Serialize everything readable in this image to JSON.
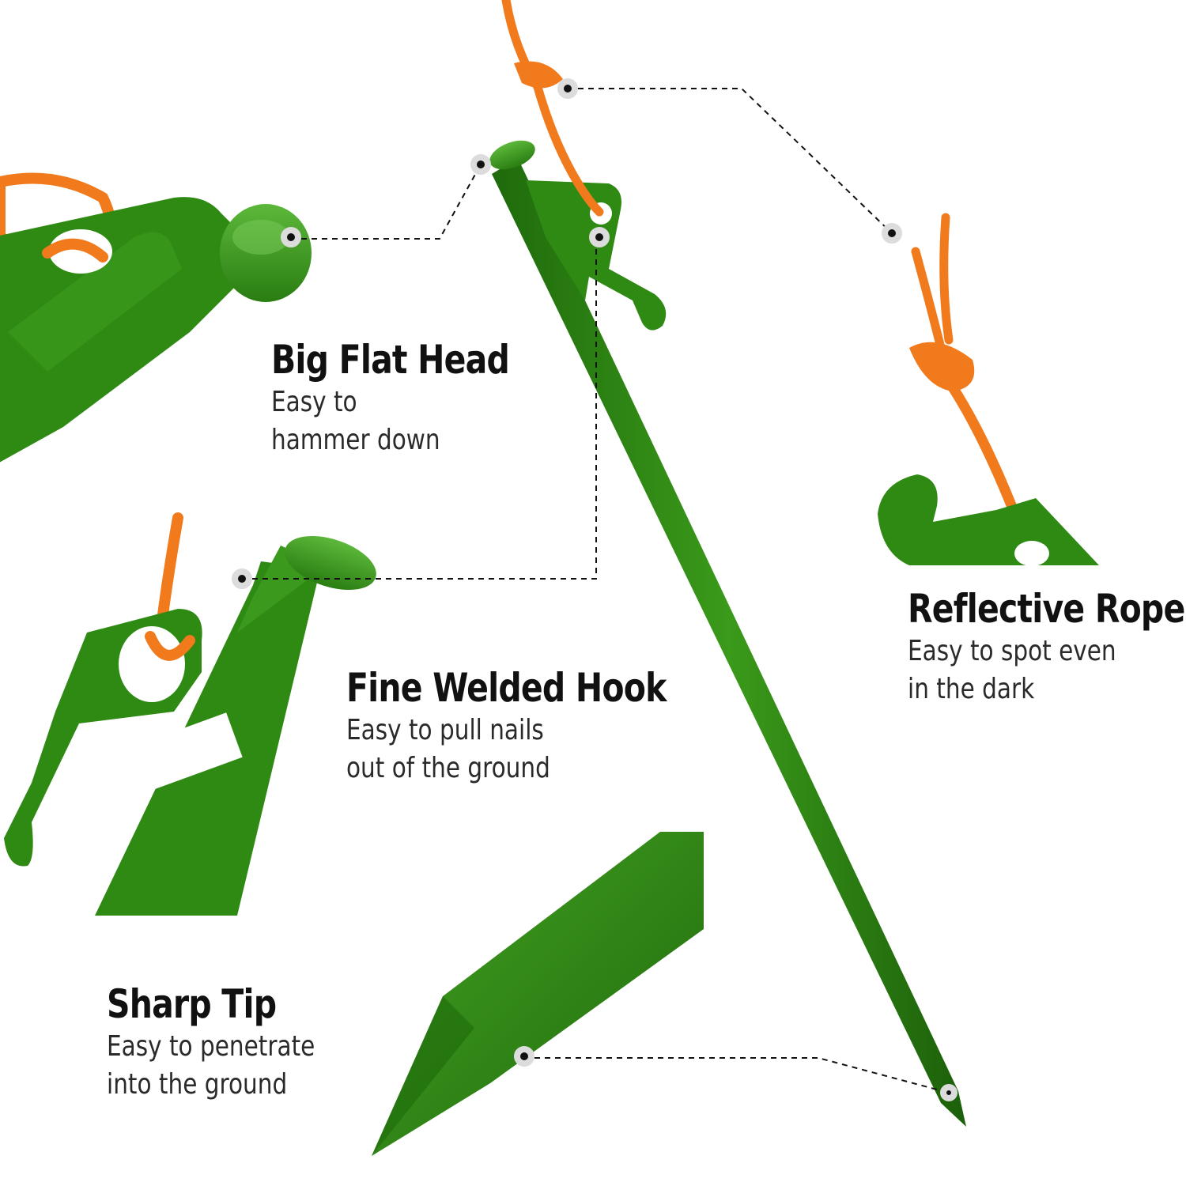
{
  "features": {
    "flat_head": {
      "title": "Big Flat Head",
      "description": "Easy to hammer down"
    },
    "hook": {
      "title": "Fine Welded Hook",
      "description": "Easy to pull nails out of the ground"
    },
    "rope": {
      "title": "Reflective Rope",
      "description": "Easy to spot even in the dark"
    },
    "tip": {
      "title": "Sharp Tip",
      "description": "Easy to penetrate into the ground"
    }
  },
  "colors": {
    "peg_green": "#2f8a14",
    "peg_dark_green": "#1f6a0c",
    "rope_orange": "#f07a1c",
    "background": "#ffffff",
    "text": "#111111"
  },
  "icons": {
    "main": "tent-peg-full",
    "flat_head_detail": "peg-head-closeup",
    "hook_detail": "peg-hook-closeup",
    "rope_detail": "reflective-rope-closeup",
    "tip_detail": "peg-tip-closeup"
  }
}
